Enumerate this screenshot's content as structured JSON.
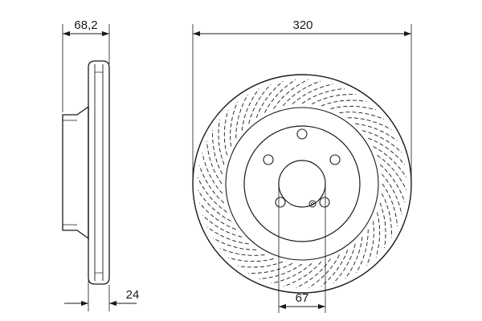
{
  "dimensions": {
    "thickness": "68,2",
    "diameter": "320",
    "disc_thickness": "24",
    "hub_bore": "67"
  }
}
